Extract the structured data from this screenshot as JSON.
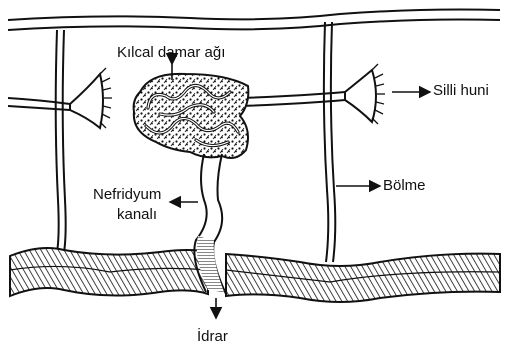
{
  "labels": {
    "capillary": "Kılcal damar ağı",
    "ciliated_funnel": "Silli huni",
    "septum": "Bölme",
    "nephridium_canal_line1": "Nefridyum",
    "nephridium_canal_line2": "kanalı",
    "urine": "İdrar"
  }
}
